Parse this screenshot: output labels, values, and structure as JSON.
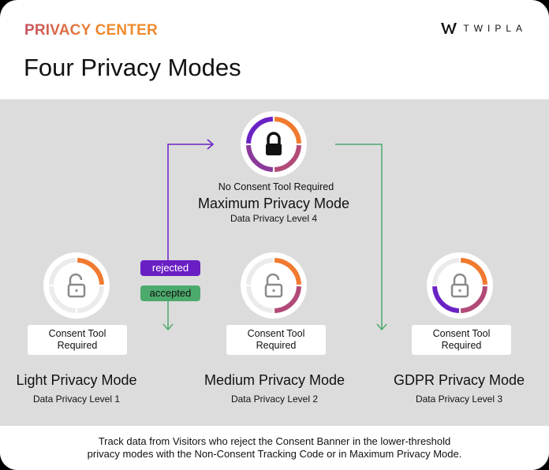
{
  "header": {
    "brand": "PRIVACY CENTER",
    "logo_text": "TWIPLA",
    "title": "Four Privacy Modes"
  },
  "colors": {
    "orange": "#f07a30",
    "pink": "#b24a78",
    "plum": "#8a3a9a",
    "purple": "#6a22c4",
    "empty": "#ebebeb",
    "green": "#4caa6c"
  },
  "labels": {
    "rejected": "rejected",
    "accepted": "accepted"
  },
  "modes": [
    {
      "id": "light",
      "name": "Light Privacy Mode",
      "level_text": "Data Privacy Level 1",
      "level": 1,
      "consent_line1": "Consent Tool",
      "consent_line2": "Required",
      "lock": "unlocked"
    },
    {
      "id": "medium",
      "name": "Medium Privacy Mode",
      "level_text": "Data Privacy Level 2",
      "level": 2,
      "consent_line1": "Consent Tool",
      "consent_line2": "Required",
      "lock": "unlocked"
    },
    {
      "id": "gdpr",
      "name": "GDPR Privacy Mode",
      "level_text": "Data Privacy Level 3",
      "level": 3,
      "consent_line1": "Consent Tool",
      "consent_line2": "Required",
      "lock": "locked"
    },
    {
      "id": "maximum",
      "name": "Maximum Privacy Mode",
      "level_text": "Data Privacy Level 4",
      "level": 4,
      "consent_text": "No Consent Tool Required",
      "lock": "locked"
    }
  ],
  "footer": {
    "line1": "Track data from Visitors who reject the Consent Banner in the lower-threshold",
    "line2": "privacy modes with the Non-Consent Tracking Code or in Maximum Privacy Mode."
  }
}
